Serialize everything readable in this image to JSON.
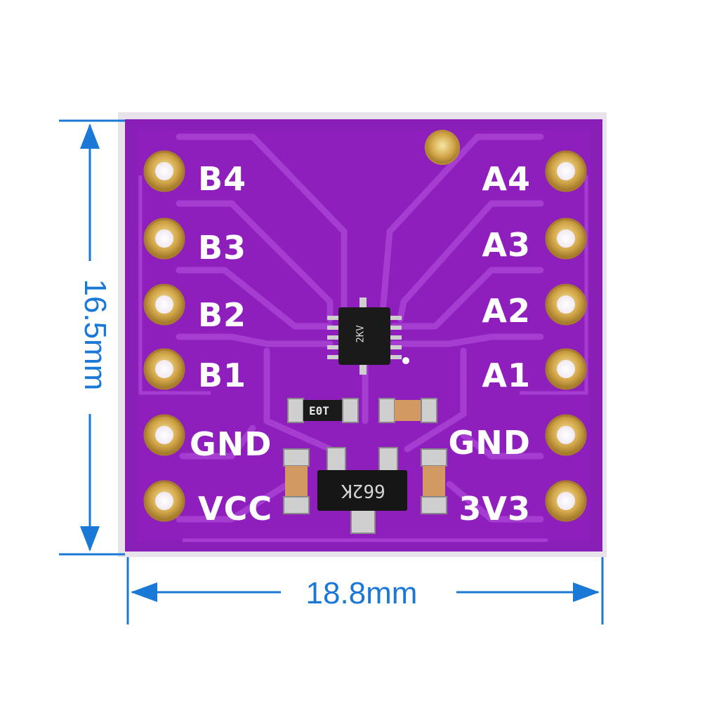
{
  "dimensions": {
    "width_label": "18.8mm",
    "height_label": "16.5mm",
    "color": "#1a78d6"
  },
  "board": {
    "color": "#8a1fb8",
    "trace_color": "#a43dd0",
    "pad_color": "#d4a84a"
  },
  "pins": {
    "left": [
      "B4",
      "B3",
      "B2",
      "B1",
      "GND",
      "VCC"
    ],
    "right": [
      "A4",
      "A3",
      "A2",
      "A1",
      "GND",
      "3V3"
    ]
  },
  "chips": {
    "main_ic_mark": "2KV",
    "regulator_mark": "662K",
    "small_part_mark": "E0T"
  },
  "icons": {
    "dimension_arrow": "arrowhead-icon",
    "mounting_hole": "mounting-hole-icon"
  }
}
